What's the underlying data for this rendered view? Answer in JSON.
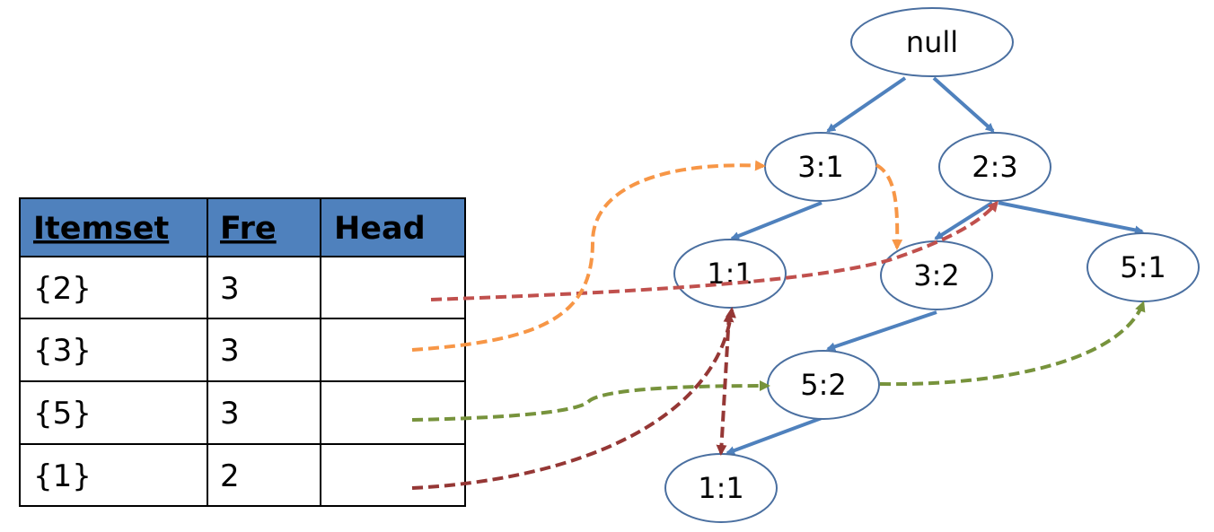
{
  "table": {
    "headers": [
      "Itemset",
      "Fre",
      "Head"
    ],
    "rows": [
      {
        "itemset": "{2}",
        "fre": "3",
        "head": ""
      },
      {
        "itemset": "{3}",
        "fre": "3",
        "head": ""
      },
      {
        "itemset": "{5}",
        "fre": "3",
        "head": ""
      },
      {
        "itemset": "{1}",
        "fre": "2",
        "head": ""
      }
    ]
  },
  "tree": {
    "nodes": {
      "root": "null",
      "n31": "3:1",
      "n23": "2:3",
      "n11a": "1:1",
      "n32": "3:2",
      "n51": "5:1",
      "n52": "5:2",
      "n11b": "1:1"
    }
  },
  "colors": {
    "header_fill": "#4f81bd",
    "tree_edge": "#4f81bd",
    "link_item2": "#c0504d",
    "link_item3": "#f79646",
    "link_item5": "#77933c",
    "link_item1": "#953735"
  }
}
